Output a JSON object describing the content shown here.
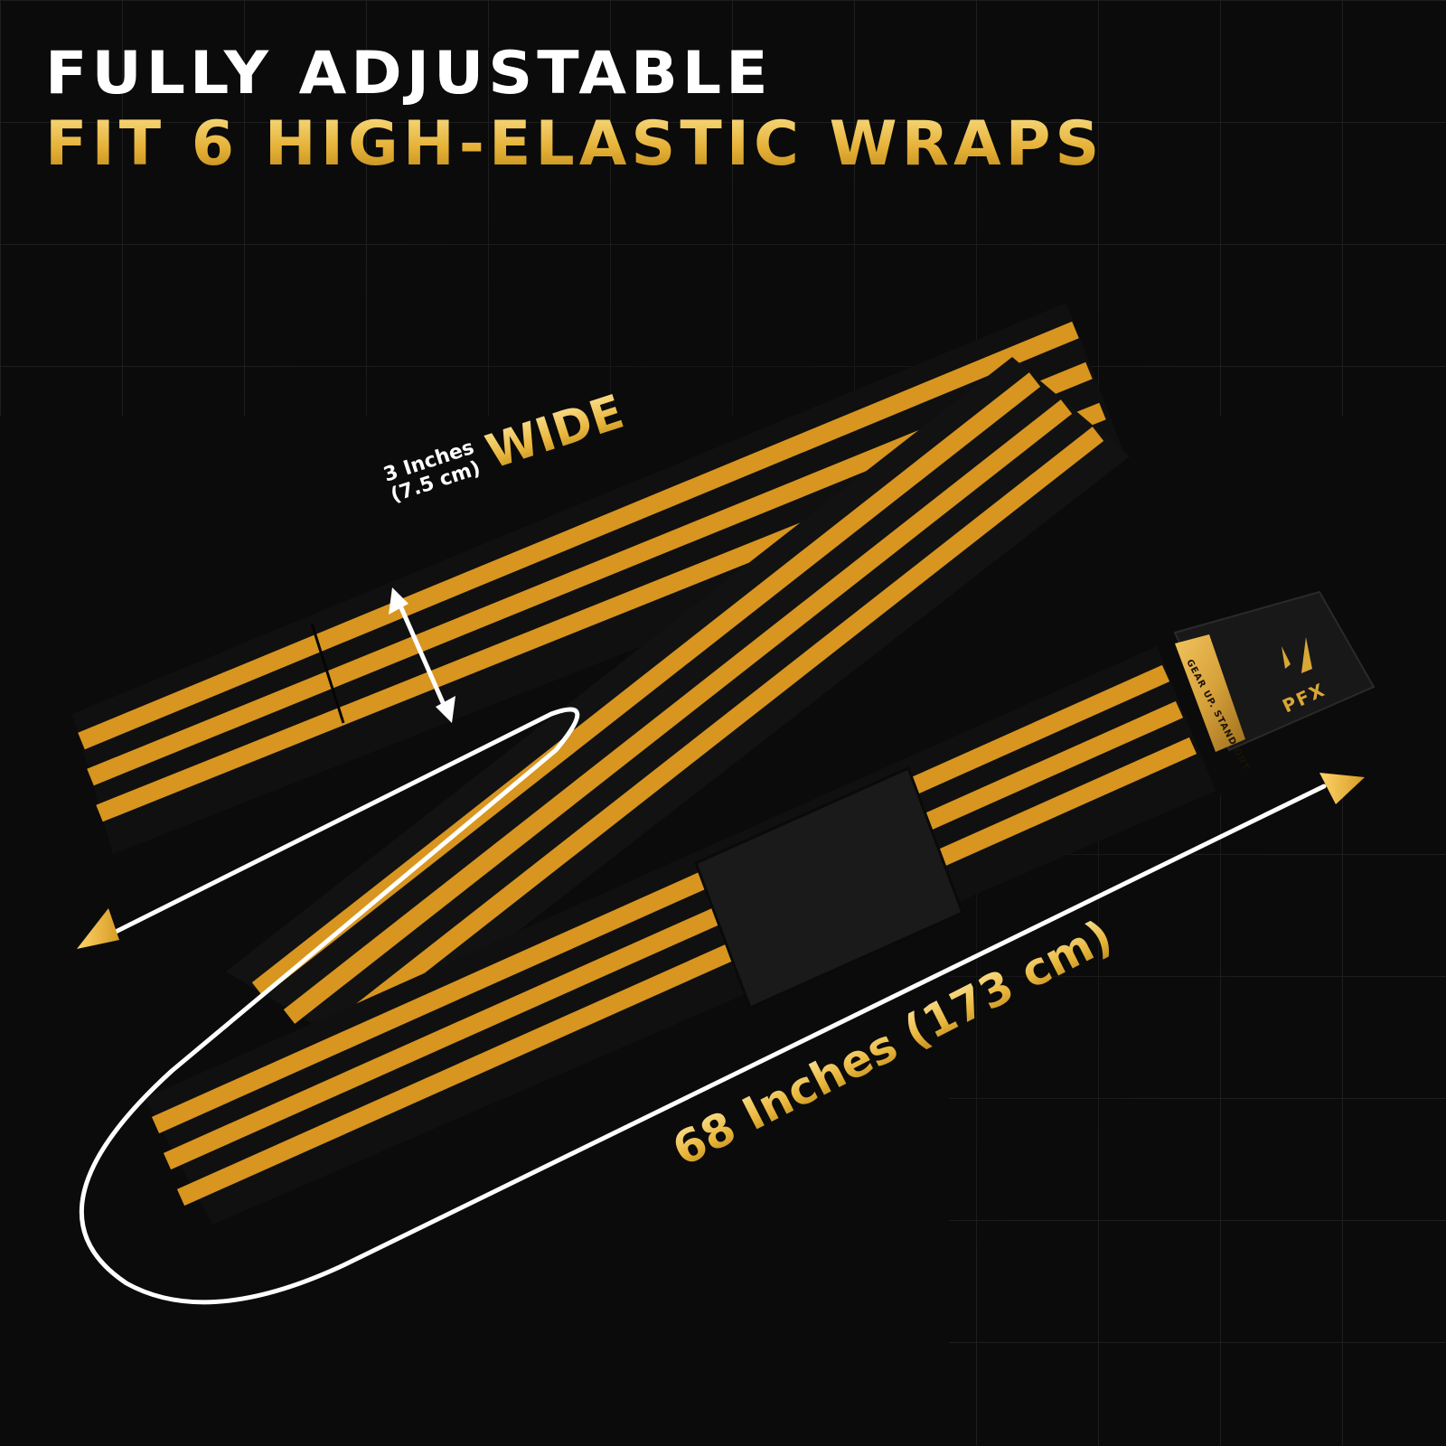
{
  "headline": {
    "line1": "FULLY ADJUSTABLE",
    "line2": "FIT 6 HIGH-ELASTIC WRAPS"
  },
  "width_callout": {
    "line1": "3 Inches",
    "line2": "(7.5 cm)",
    "emphasis": "WIDE"
  },
  "length_callout": "68 Inches (173 cm)",
  "tag": {
    "slogan": "GEAR UP. STAND OUT.",
    "brand": "PFX"
  },
  "colors": {
    "background": "#0b0b0b",
    "gold": "#e3b23c",
    "stripe": "#d8951f",
    "strap": "#101010",
    "arrow": "#ffffff"
  },
  "icons": [
    "double-arrow-icon",
    "curved-arrow-icon",
    "pfx-logo-icon"
  ]
}
